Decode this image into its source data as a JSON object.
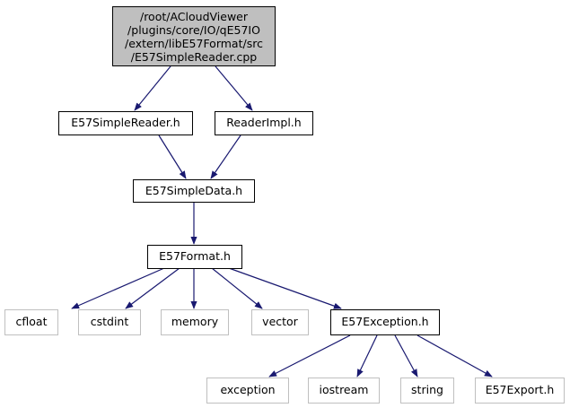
{
  "root": {
    "lines": [
      "/root/ACloudViewer",
      "/plugins/core/IO/qE57IO",
      "/extern/libE57Format/src",
      "/E57SimpleReader.cpp"
    ]
  },
  "nodes": {
    "e57_simple_reader_h": "E57SimpleReader.h",
    "reader_impl_h": "ReaderImpl.h",
    "e57_simple_data_h": "E57SimpleData.h",
    "e57_format_h": "E57Format.h",
    "cfloat": "cfloat",
    "cstdint": "cstdint",
    "memory": "memory",
    "vector": "vector",
    "e57_exception_h": "E57Exception.h",
    "exception": "exception",
    "iostream": "iostream",
    "string": "string",
    "e57_export_h": "E57Export.h"
  },
  "colors": {
    "edge": "#191970",
    "root_fill": "#bfbfbf",
    "external_border": "#bfbfbf"
  }
}
